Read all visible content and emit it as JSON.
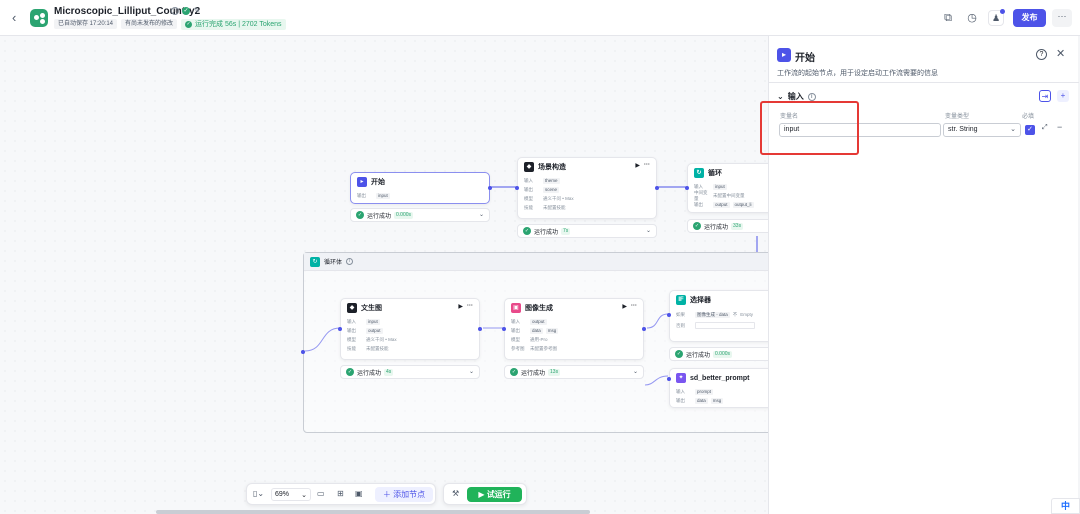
{
  "header": {
    "title": "Microscopic_Lilliput_Country2",
    "autosave": "已自动保存 17:20:14",
    "unpublished": "有尚未发布的修改",
    "run_status": "运行完成 56s | 2702 Tokens",
    "publish_label": "发布",
    "more_label": "···"
  },
  "colors": {
    "accent": "#4d53e8",
    "success": "#2ba471",
    "highlight": "#e53935"
  },
  "canvas": {
    "start": {
      "title": "开始",
      "output_label": "输出",
      "output": "input",
      "status": "运行成功",
      "time": "0.000s"
    },
    "scene": {
      "title": "场景构造",
      "in_label": "输入",
      "in_value": "theme",
      "out_label": "输出",
      "out_value": "scene",
      "model_label": "模型",
      "model": "通义千问 • Max",
      "skill_label": "技能",
      "skill": "未配置技能",
      "status": "运行成功",
      "time": "7s"
    },
    "loop": {
      "title": "循环",
      "in_label": "输入",
      "in_value": "input",
      "mid_label": "中间变量",
      "mid_value": "未配置中间变量",
      "out_label": "输出",
      "out_value1": "output",
      "out_value2": "output_li",
      "status": "运行成功",
      "time": "33s"
    },
    "loop_body": {
      "title": "循环体"
    },
    "t2i": {
      "title": "文生图",
      "in_label": "输入",
      "in_value": "input",
      "out_label": "输出",
      "out_value": "output",
      "model_label": "模型",
      "model": "通义千问 • Max",
      "skill_label": "技能",
      "skill": "未配置技能",
      "status": "运行成功",
      "time": "4s"
    },
    "imagegen": {
      "title": "图像生成",
      "in_label": "输入",
      "in_value": "output",
      "out_label": "输出",
      "out_value1": "data",
      "out_value2": "msg",
      "model_label": "模型",
      "model": "通用-Pro",
      "ref_label": "参考图",
      "ref": "未配置参考图",
      "status": "运行成功",
      "time": "13s"
    },
    "selector": {
      "title": "选择器",
      "if_label": "如果",
      "if_src": "图像生成 - data",
      "if_op": "不",
      "if_val": "Empty",
      "else_label": "否则",
      "status": "运行成功",
      "time": "0.000s"
    },
    "sdprompt": {
      "title": "sd_better_prompt",
      "in_label": "输入",
      "in_value": "prompt",
      "out_label": "输出",
      "out_value1": "data",
      "out_value2": "msg"
    }
  },
  "toolbar": {
    "zoom": "69%",
    "add_node": "添加节点",
    "test_run": "试运行"
  },
  "panel": {
    "title": "开始",
    "desc": "工作流的起始节点，用于设定启动工作流需要的信息",
    "input_section": "输入",
    "col_name": "变量名",
    "col_type": "变量类型",
    "col_required": "必填",
    "var_name": "input",
    "var_type": "str. String"
  },
  "lang": "中"
}
